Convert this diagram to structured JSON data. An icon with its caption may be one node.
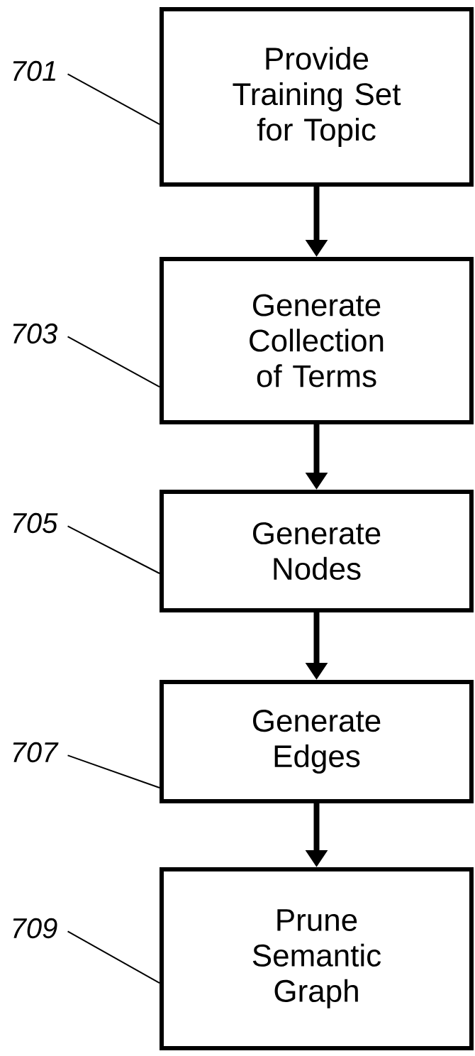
{
  "diagram": {
    "nodes": [
      {
        "text": [
          "Provide Training Set for Topic"
        ]
      },
      {
        "text": [
          "Generate Collection of Terms"
        ]
      },
      {
        "text": [
          "Generate Nodes"
        ]
      },
      {
        "text": [
          "Generate Edges"
        ]
      },
      {
        "text": [
          "Prune Semantic Graph"
        ]
      },
      {
        "text": [
          "701"
        ]
      },
      {
        "text": [
          "703"
        ]
      },
      {
        "text": [
          "705"
        ]
      },
      {
        "text": [
          "707"
        ]
      },
      {
        "text": [
          "709"
        ]
      }
    ],
    "edges": [
      {
        "from": 0,
        "to": 1,
        "arrow": "to",
        "style": "thick"
      },
      {
        "from": 1,
        "to": 2,
        "arrow": "to",
        "style": "thick"
      },
      {
        "from": 2,
        "to": 3,
        "arrow": "to",
        "style": "thick"
      },
      {
        "from": 3,
        "to": 4,
        "arrow": "to",
        "style": "thick"
      },
      {
        "from": 5,
        "to": 0,
        "arrow": "none"
      },
      {
        "from": 6,
        "to": 1,
        "arrow": "none"
      },
      {
        "from": 7,
        "to": 2,
        "arrow": "none"
      },
      {
        "from": 8,
        "to": 3,
        "arrow": "none"
      },
      {
        "from": 9,
        "to": 4,
        "arrow": "none"
      }
    ]
  }
}
